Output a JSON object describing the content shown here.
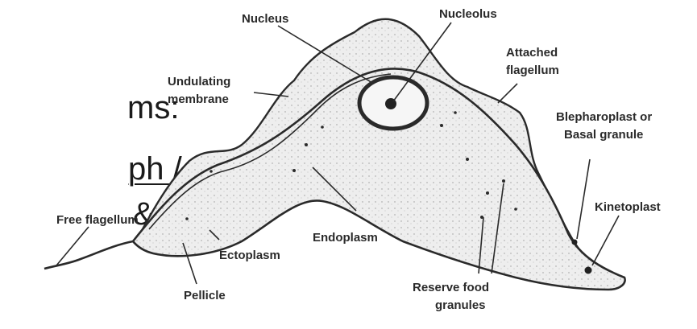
{
  "slide_text": [
    "ms:",
    "ph /",
    "&"
  ],
  "labels": {
    "nucleus": "Nucleus",
    "nucleolus": "Nucleolus",
    "attached_flagellum_1": "Attached",
    "attached_flagellum_2": "flagellum",
    "undulating_membrane_1": "Undulating",
    "undulating_membrane_2": "membrane",
    "blepharoplast_1": "Blepharoplast or",
    "blepharoplast_2": "Basal granule",
    "kinetoplast": "Kinetoplast",
    "free_flagellum": "Free flagellum",
    "endoplasm": "Endoplasm",
    "ectoplasm": "Ectoplasm",
    "pellicle": "Pellicle",
    "reserve_food_1": "Reserve food",
    "reserve_food_2": "granules"
  },
  "colors": {
    "ink": "#2a2a2a",
    "cytoplasm": "#efefef",
    "slide_text": "#1a1a1a"
  }
}
